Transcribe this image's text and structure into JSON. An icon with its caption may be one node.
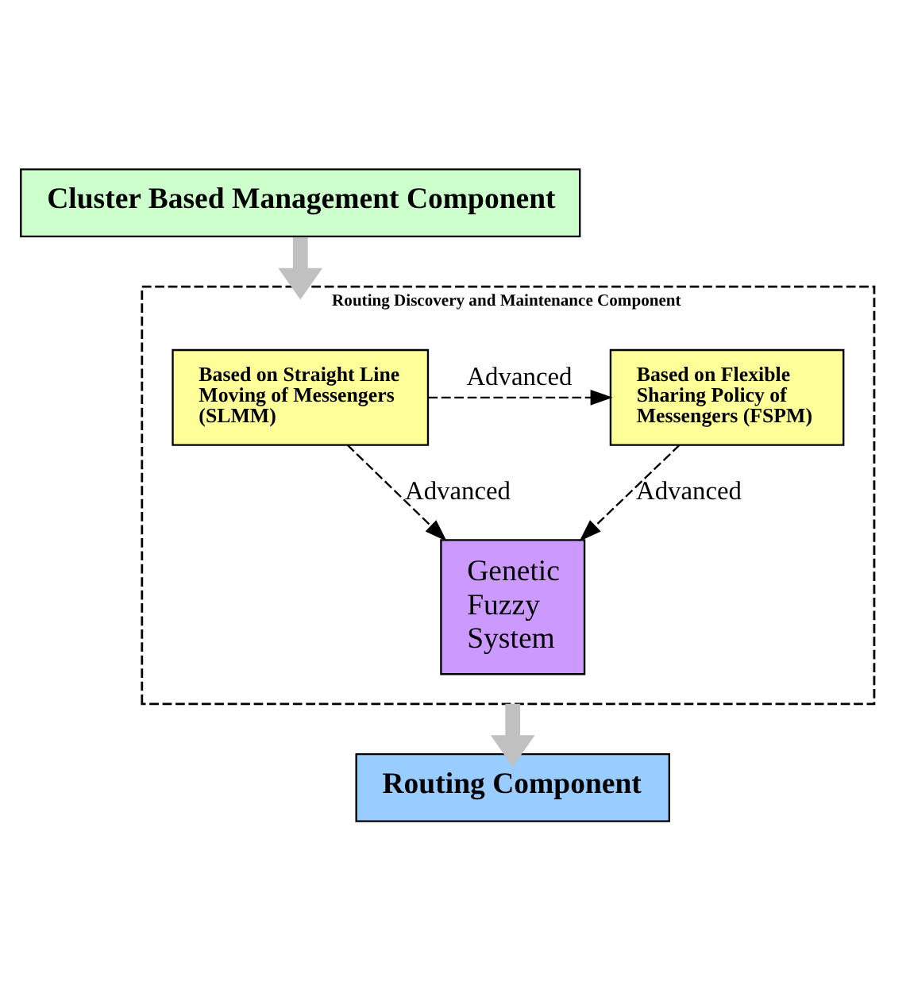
{
  "diagram": {
    "nodes": [
      {
        "text": [
          "Cluster Based Management Component"
        ]
      },
      {
        "text": [
          "Routing Discovery and Maintenance Component"
        ]
      },
      {
        "text": [
          "Based on Straight Line Moving of Messengers (SLMM)"
        ],
        "in": 1
      },
      {
        "text": [
          "Based on Flexible Sharing Policy of Messengers (FSPM)"
        ],
        "in": 1
      },
      {
        "text": [
          "Genetic Fuzzy System"
        ],
        "in": 1
      },
      {
        "text": [
          "Routing Component"
        ]
      }
    ],
    "edges": [
      {
        "from": 0,
        "to": 1,
        "arrow": "to",
        "style": "thick",
        "color": "#c0c0c0"
      },
      {
        "from": 2,
        "to": 3,
        "arrow": "to",
        "style": "dashed",
        "label": "Advanced"
      },
      {
        "from": 2,
        "to": 4,
        "arrow": "to",
        "style": "dashed",
        "label": "Advanced"
      },
      {
        "from": 3,
        "to": 4,
        "arrow": "to",
        "style": "dashed",
        "label": "Advanced"
      },
      {
        "from": 1,
        "to": 5,
        "arrow": "to",
        "style": "thick",
        "color": "#c0c0c0"
      }
    ]
  }
}
